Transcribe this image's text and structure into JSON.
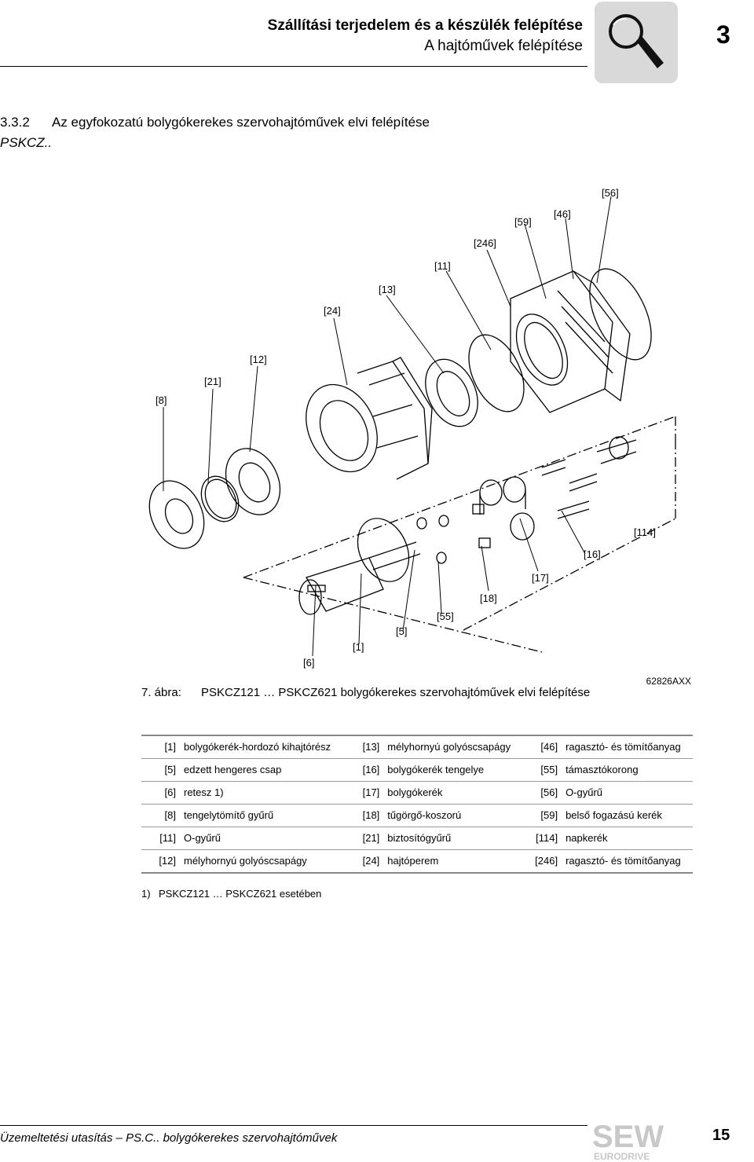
{
  "header": {
    "title": "Szállítási terjedelem és a készülék felépítése",
    "subtitle": "A hajtóművek felépítése",
    "chapter": "3"
  },
  "section": {
    "number": "3.3.2",
    "title": "Az egyfokozatú bolygókerekes szervohajtóművek elvi felépítése",
    "subtitle": "PSKCZ.."
  },
  "figure": {
    "labels": [
      "[56]",
      "[59]",
      "[46]",
      "[246]",
      "[11]",
      "[13]",
      "[24]",
      "[12]",
      "[21]",
      "[8]",
      "[114]",
      "[16]",
      "[17]",
      "[18]",
      "[55]",
      "[5]",
      "[1]",
      "[6]"
    ],
    "caption_label": "7. ábra:",
    "caption": "PSKCZ121 … PSKCZ621 bolygókerekes szervohajtóművek elvi felépítése",
    "code": "62826AXX"
  },
  "legend": [
    [
      [
        "[1]",
        "bolygókerék-hordozó kihajtórész"
      ],
      [
        "[13]",
        "mélyhornyú golyóscsapágy"
      ],
      [
        "[46]",
        "ragasztó- és tömítőanyag"
      ]
    ],
    [
      [
        "[5]",
        "edzett hengeres csap"
      ],
      [
        "[16]",
        "bolygókerék tengelye"
      ],
      [
        "[55]",
        "támasztókorong"
      ]
    ],
    [
      [
        "[6]",
        "retesz 1)"
      ],
      [
        "[17]",
        "bolygókerék"
      ],
      [
        "[56]",
        "O-gyűrű"
      ]
    ],
    [
      [
        "[8]",
        "tengelytömítő gyűrű"
      ],
      [
        "[18]",
        "tűgörgő-koszorú"
      ],
      [
        "[59]",
        "belső fogazású kerék"
      ]
    ],
    [
      [
        "[11]",
        "O-gyűrű"
      ],
      [
        "[21]",
        "biztosítógyűrű"
      ],
      [
        "[114]",
        "napkerék"
      ]
    ],
    [
      [
        "[12]",
        "mélyhornyú golyóscsapágy"
      ],
      [
        "[24]",
        "hajtóperem"
      ],
      [
        "[246]",
        "ragasztó- és tömítőanyag"
      ]
    ]
  ],
  "footnote": {
    "mark": "1)",
    "text": "PSKCZ121 … PSKCZ621 esetében"
  },
  "footer": {
    "text": "Üzemeltetési utasítás – PS.C.. bolygókerekes szervohajtóművek",
    "page": "15",
    "logo_main": "SEW",
    "logo_sub": "EURODRIVE"
  },
  "colors": {
    "icon_bg": "#d9d9d9",
    "logo_gray": "#c8c8c8"
  }
}
